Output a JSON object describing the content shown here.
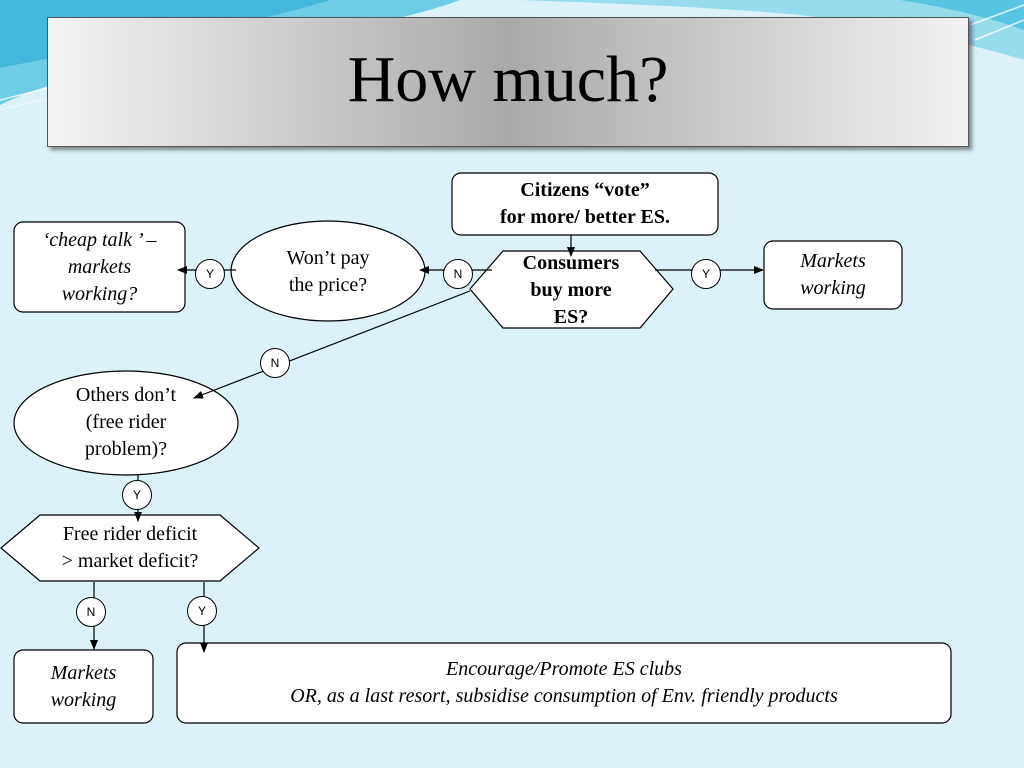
{
  "slide": {
    "title": "How much?",
    "accent_color": "#5bc6e4",
    "background_color": "#dcf2f8"
  },
  "flowchart": {
    "nodes": {
      "citizens_vote": "Citizens “vote”\nfor more/ better ES.",
      "consumers_buy": "Consumers\nbuy more\nES?",
      "markets_working_right": "Markets\nworking",
      "wont_pay": "Won’t pay\nthe price?",
      "cheap_talk": "‘cheap talk ’ –\nmarkets\nworking?",
      "others_dont": "Others don’t\n(free rider\nproblem)?",
      "free_rider_deficit": "Free rider deficit\n> market deficit?",
      "markets_working_bottom": "Markets\nworking",
      "encourage_clubs": "Encourage/Promote ES clubs\nOR, as a last resort,  subsidise consumption of Env. friendly products"
    },
    "edge_labels": {
      "consumers_to_markets": "Y",
      "consumers_to_wontpay": "N",
      "wontpay_to_cheaptalk": "Y",
      "consumers_to_others": "N",
      "others_to_deficit": "Y",
      "deficit_to_markets": "N",
      "deficit_to_clubs": "Y"
    }
  }
}
